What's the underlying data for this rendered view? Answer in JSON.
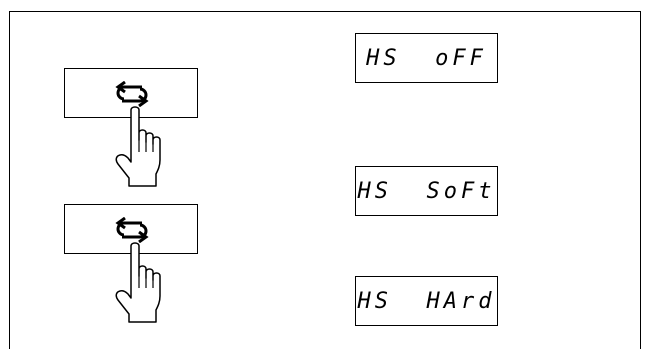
{
  "icons": {
    "toggle_key": "cycle-arrows-icon",
    "pointer": "pointing-hand-icon"
  },
  "displays": [
    {
      "text": "HS  oFF"
    },
    {
      "text": "HS  SoFt"
    },
    {
      "text": "HS  HArd"
    }
  ]
}
